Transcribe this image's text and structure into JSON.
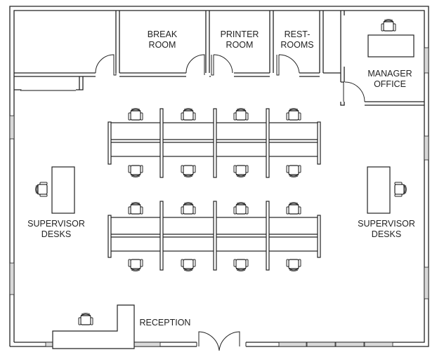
{
  "colors": {
    "wall": "#222222",
    "window_fill": "#d9d9d9",
    "background": "#ffffff"
  },
  "rooms": {
    "break_room": {
      "label": "BREAK\nROOM"
    },
    "printer_room": {
      "label": "PRINTER\nROOM"
    },
    "restrooms": {
      "label": "REST-\nROOMS"
    },
    "manager_office": {
      "label": "MANAGER\nOFFICE"
    },
    "supervisor_left": {
      "label": "SUPERVISOR\nDESKS"
    },
    "supervisor_right": {
      "label": "SUPERVISOR\nDESKS"
    },
    "reception": {
      "label": "RECEPTION"
    }
  },
  "workstations": {
    "clusters": 2,
    "desks_per_cluster": 8,
    "chairs_per_cluster": 8
  }
}
